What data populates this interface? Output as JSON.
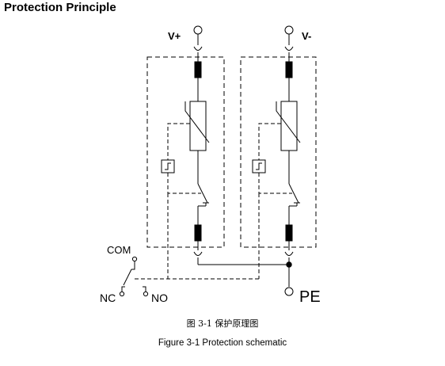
{
  "heading": "Protection Principle",
  "labels": {
    "v_plus": "V+",
    "v_minus": "V-",
    "com": "COM",
    "nc": "NC",
    "no": "NO",
    "pe": "PE"
  },
  "captions": {
    "chinese": "图 3-1  保护原理图",
    "english": "Figure 3-1 Protection schematic"
  }
}
